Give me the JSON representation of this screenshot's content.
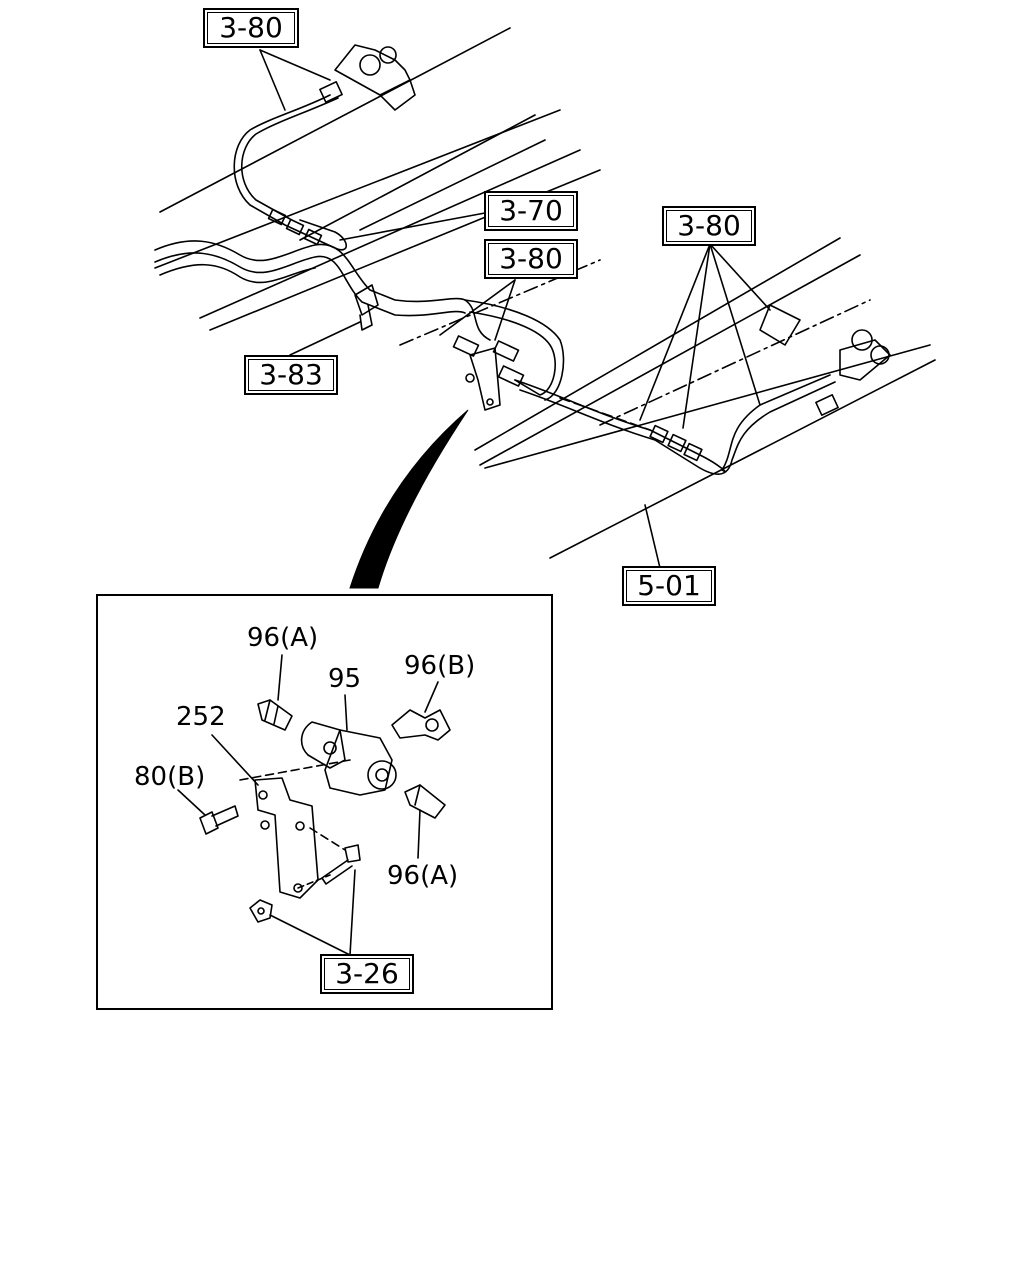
{
  "references": {
    "ref_3_80_top": "3-80",
    "ref_3_70": "3-70",
    "ref_3_80_mid": "3-80",
    "ref_3_80_right": "3-80",
    "ref_3_83": "3-83",
    "ref_5_01": "5-01",
    "ref_3_26": "3-26"
  },
  "parts": {
    "p96a_top": "96(A)",
    "p95": "95",
    "p96b": "96(B)",
    "p252": "252",
    "p80b": "80(B)",
    "p96a_bottom": "96(A)"
  }
}
